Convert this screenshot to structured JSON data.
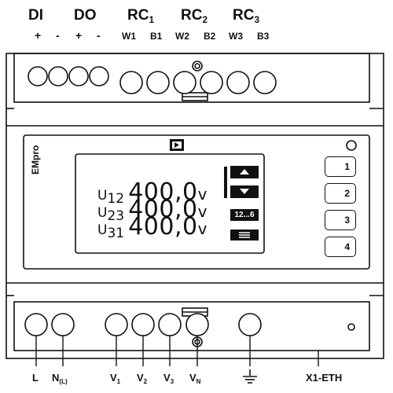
{
  "groups": {
    "di": "DI",
    "do": "DO",
    "rc1": {
      "main": "RC",
      "sub": "1"
    },
    "rc2": {
      "main": "RC",
      "sub": "2"
    },
    "rc3": {
      "main": "RC",
      "sub": "3"
    }
  },
  "top_terminals": [
    "+",
    "-",
    "+",
    "-",
    "W1",
    "B1",
    "W2",
    "B2",
    "W3",
    "B3"
  ],
  "brand": "EMpro",
  "display": {
    "rows": [
      {
        "label": "U",
        "sub": "12",
        "value": "400,0",
        "unit": "v"
      },
      {
        "label": "U",
        "sub": "23",
        "value": "400,0",
        "unit": "v"
      },
      {
        "label": "U",
        "sub": "31",
        "value": "400,0",
        "unit": "v"
      }
    ],
    "page_indicator": "12...6"
  },
  "keys": [
    "1",
    "2",
    "3",
    "4"
  ],
  "bottom_terminals": [
    {
      "main": "L",
      "sub": ""
    },
    {
      "main": "N",
      "sub": "(L)"
    },
    {
      "main": "V",
      "sub": "1"
    },
    {
      "main": "V",
      "sub": "2"
    },
    {
      "main": "V",
      "sub": "3"
    },
    {
      "main": "V",
      "sub": "N"
    }
  ],
  "ethernet_label": "X1-ETH",
  "icons": {
    "logo": "phoenix-logo-icon",
    "ground": "ground-symbol-icon",
    "up": "arrow-up-icon",
    "down": "arrow-down-icon",
    "menu": "menu-icon"
  }
}
